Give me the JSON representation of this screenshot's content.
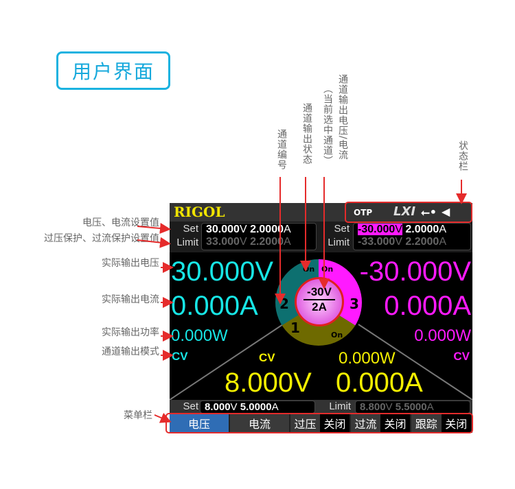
{
  "title": "用户界面",
  "annotations": {
    "set_values": "电压、电流设置值",
    "limit_values": "过压保护、过流保护设置值",
    "actual_voltage": "实际输出电压",
    "actual_current": "实际输出电流",
    "actual_power": "实际输出功率",
    "output_mode": "通道输出模式",
    "menu_bar": "菜单栏",
    "channel_number": "通道编号",
    "channel_state": "通道输出状态",
    "selected_note": "（当前选中通道）",
    "channel_vi": "通道输出电压/电流",
    "status_bar": "状态栏"
  },
  "screen": {
    "logo": "RIGOL",
    "status": {
      "otp": "OTP",
      "lxi": "LXI",
      "icons": [
        "usb-icon",
        "speaker-icon"
      ]
    },
    "set_label": "Set",
    "limit_label": "Limit",
    "ch2": {
      "set_v": "30.000",
      "set_i": "2.0000",
      "lim_v": "33.000",
      "lim_i": "2.2000",
      "voltage": "30.000V",
      "current": "0.000A",
      "power": "0.000W",
      "mode": "CV",
      "color": "#17e6e6"
    },
    "ch3": {
      "set_v": "-30.000",
      "set_i": "2.0000",
      "lim_v": "-33.000",
      "lim_i": "2.2000",
      "voltage": "-30.000V",
      "current": "0.000A",
      "power": "0.000W",
      "mode": "CV",
      "color": "#ff1aff"
    },
    "ch1": {
      "set_v": "8.000",
      "set_i": "5.0000",
      "lim_v": "8.800",
      "lim_i": "5.5000",
      "voltage": "8.000V",
      "current": "0.000A",
      "power": "0.000W",
      "mode": "CV",
      "color": "#f5f000"
    },
    "unit_v": "V",
    "unit_a": "A",
    "dial": {
      "num1": "1",
      "num2": "2",
      "num3": "3",
      "on": "On",
      "center_v": "-30V",
      "center_i": "2A"
    },
    "menu": {
      "voltage": "电压",
      "current": "电流",
      "ovp": "过压",
      "ocp": "过流",
      "track": "跟踪",
      "off": "关闭"
    }
  }
}
